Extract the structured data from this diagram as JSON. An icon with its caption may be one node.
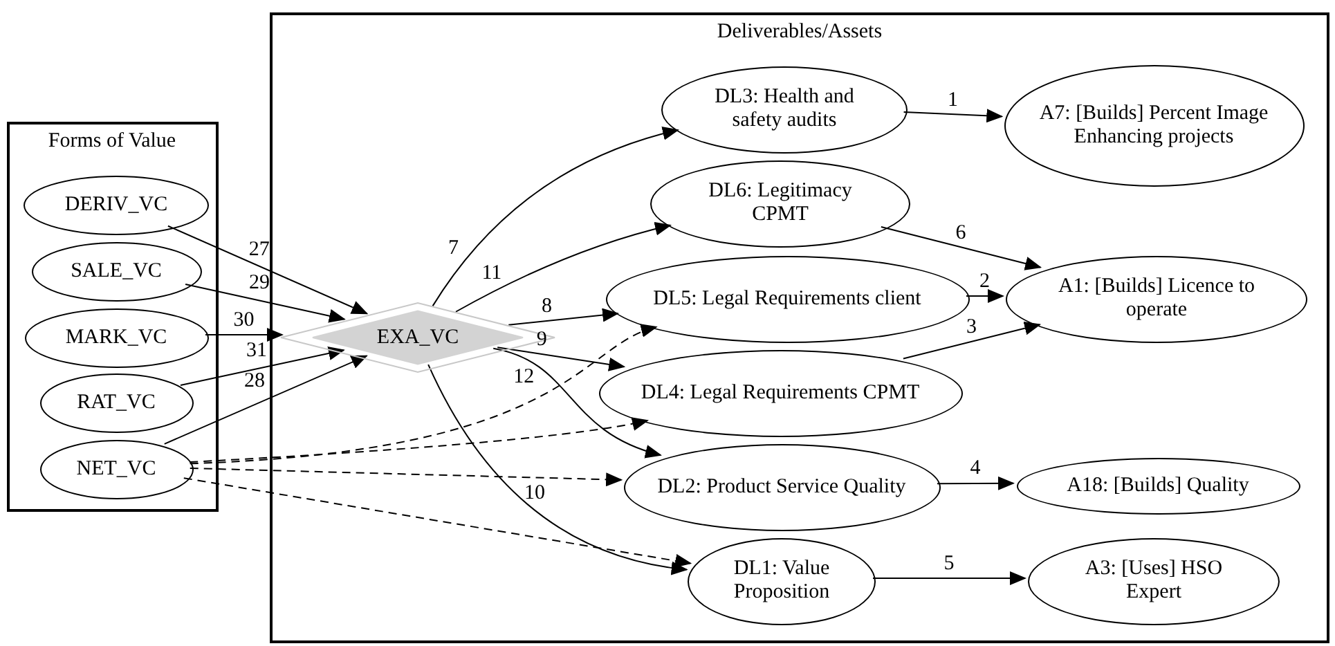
{
  "diagram": {
    "nodes": [
      {
        "text": [
          "Forms of Value"
        ]
      },
      {
        "text": [
          "DERIV_VC"
        ],
        "in": 0
      },
      {
        "text": [
          "SALE_VC"
        ],
        "in": 0
      },
      {
        "text": [
          "MARK_VC"
        ],
        "in": 0
      },
      {
        "text": [
          "RAT_VC"
        ],
        "in": 0
      },
      {
        "text": [
          "NET_VC"
        ],
        "in": 0
      },
      {
        "text": [
          "EXA_VC"
        ],
        "in": 7
      },
      {
        "text": [
          "Deliverables/Assets"
        ]
      },
      {
        "text": [
          "DL3: Health and safety audits"
        ],
        "in": 7
      },
      {
        "text": [
          "A7: [Builds] Percent Image Enhancing projects"
        ],
        "in": 7
      },
      {
        "text": [
          "DL6: Legitimacy CPMT"
        ],
        "in": 7
      },
      {
        "text": [
          "DL5: Legal Requirements client"
        ],
        "in": 7
      },
      {
        "text": [
          "A1: [Builds] Licence to operate"
        ],
        "in": 7
      },
      {
        "text": [
          "DL4: Legal Requirements CPMT"
        ],
        "in": 7
      },
      {
        "text": [
          "DL2: Product Service Quality"
        ],
        "in": 7
      },
      {
        "text": [
          "A18: [Builds] Quality"
        ],
        "in": 7
      },
      {
        "text": [
          "DL1: Value Proposition"
        ],
        "in": 7
      },
      {
        "text": [
          "A3: [Uses] HSO Expert"
        ],
        "in": 7
      }
    ],
    "edges": [
      {
        "from": 1,
        "to": 6,
        "arrow": "to",
        "label": "27"
      },
      {
        "from": 2,
        "to": 6,
        "arrow": "to",
        "label": "29"
      },
      {
        "from": 3,
        "to": 6,
        "arrow": "to",
        "label": "30"
      },
      {
        "from": 4,
        "to": 6,
        "arrow": "to",
        "label": "31"
      },
      {
        "from": 5,
        "to": 6,
        "arrow": "to",
        "label": "28"
      },
      {
        "from": 6,
        "to": 8,
        "arrow": "to",
        "label": "7"
      },
      {
        "from": 6,
        "to": 10,
        "arrow": "to",
        "label": "11"
      },
      {
        "from": 6,
        "to": 11,
        "arrow": "to",
        "label": "8"
      },
      {
        "from": 6,
        "to": 13,
        "arrow": "to",
        "label": "9"
      },
      {
        "from": 6,
        "to": 14,
        "arrow": "to",
        "label": "12"
      },
      {
        "from": 6,
        "to": 16,
        "arrow": "to",
        "label": "10"
      },
      {
        "from": 8,
        "to": 9,
        "arrow": "to",
        "label": "1"
      },
      {
        "from": 10,
        "to": 12,
        "arrow": "to",
        "label": "6"
      },
      {
        "from": 11,
        "to": 12,
        "arrow": "to",
        "label": "2"
      },
      {
        "from": 13,
        "to": 12,
        "arrow": "to",
        "label": "3"
      },
      {
        "from": 14,
        "to": 15,
        "arrow": "to",
        "label": "4"
      },
      {
        "from": 16,
        "to": 17,
        "arrow": "to",
        "label": "5"
      },
      {
        "from": 5,
        "to": 11,
        "arrow": "to",
        "style": "dashed"
      },
      {
        "from": 5,
        "to": 13,
        "arrow": "to",
        "style": "dashed"
      },
      {
        "from": 5,
        "to": 14,
        "arrow": "to",
        "style": "dashed"
      },
      {
        "from": 5,
        "to": 16,
        "arrow": "to",
        "style": "dashed"
      }
    ]
  }
}
